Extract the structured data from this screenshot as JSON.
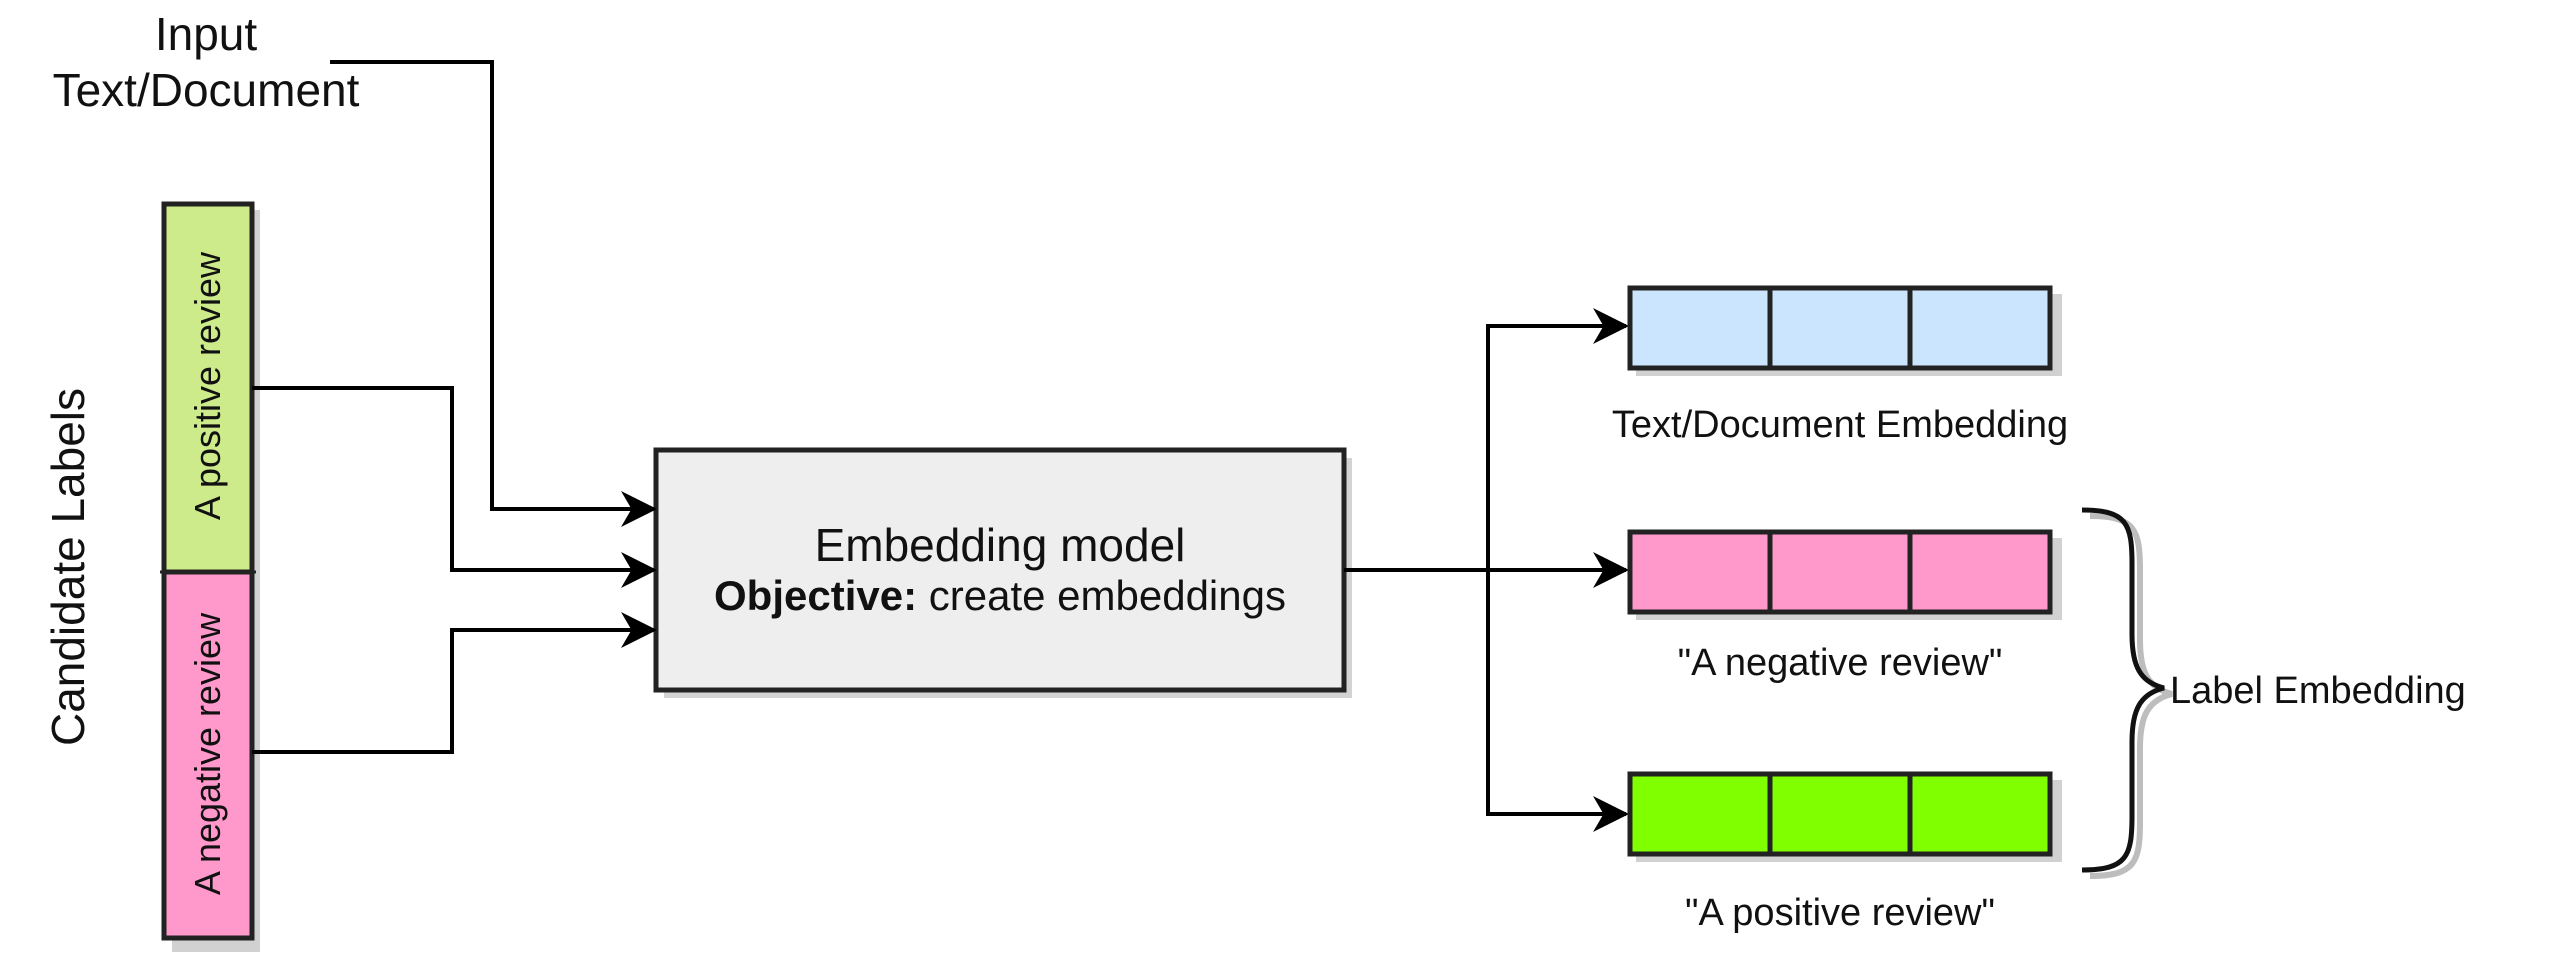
{
  "input": {
    "line1": "Input",
    "line2": "Text/Document"
  },
  "candidates": {
    "title": "Candidate Labels",
    "positive": "A positive review",
    "negative": "A negative review"
  },
  "model": {
    "title": "Embedding model",
    "objective_label": "Objective:",
    "objective_text": "create embeddings"
  },
  "embeddings": {
    "text_doc": "Text/Document Embedding",
    "negative": "\"A negative review\"",
    "positive": "\"A positive review\"",
    "group_label": "Label Embedding"
  },
  "colors": {
    "positive_label": "#cdeb8b",
    "negative_label": "#ff99cc",
    "model_box": "#eeeeee",
    "text_doc_embedding": "#cce5ff",
    "negative_embedding": "#ff99cc",
    "positive_embedding": "#80ff00",
    "line": "#000000"
  }
}
